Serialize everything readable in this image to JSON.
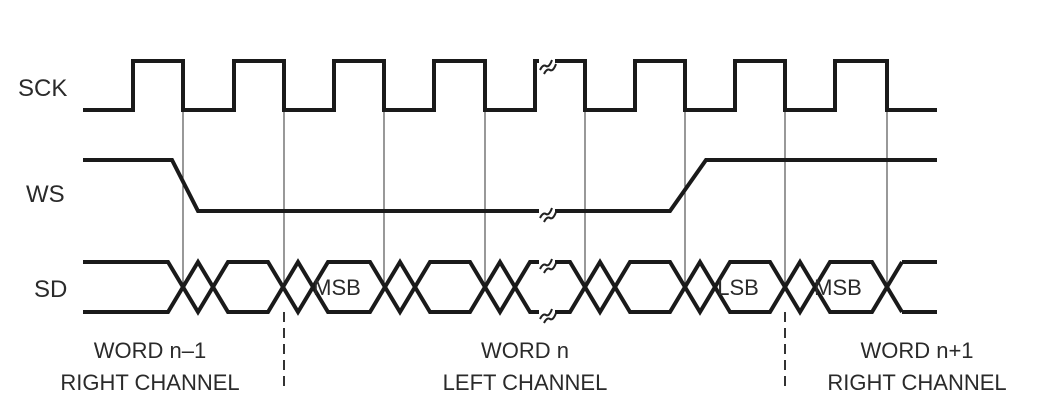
{
  "signals": {
    "sck": "SCK",
    "ws": "WS",
    "sd": "SD"
  },
  "data_cells": {
    "msb_1": "MSB",
    "lsb": "LSB",
    "msb_2": "MSB"
  },
  "words": {
    "prev_word": "WORD n–1",
    "prev_channel": "RIGHT CHANNEL",
    "curr_word": "WORD n",
    "curr_channel": "LEFT CHANNEL",
    "next_word": "WORD n+1",
    "next_channel": "RIGHT CHANNEL"
  }
}
